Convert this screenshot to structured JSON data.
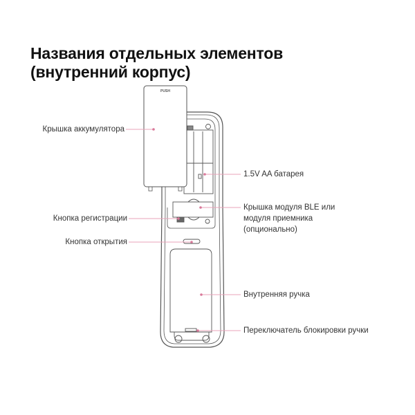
{
  "title": {
    "line1": "Названия отдельных элементов",
    "line2": "(внутренний корпус)"
  },
  "device": {
    "cover_marking": "PUSH"
  },
  "callouts": {
    "left": [
      {
        "id": "battery-cover",
        "label": "Крышка аккумулятора"
      },
      {
        "id": "registration-button",
        "label": "Кнопка регистрации"
      },
      {
        "id": "open-button",
        "label": "Кнопка открытия"
      }
    ],
    "right": [
      {
        "id": "battery",
        "label": "1.5V AA батарея"
      },
      {
        "id": "ble-module-cover",
        "label_line1": "Крышка модуля BLE или",
        "label_line2": "модуля приемника",
        "label_line3": "(опционально)"
      },
      {
        "id": "inner-handle",
        "label": "Внутренняя ручка"
      },
      {
        "id": "handle-lock-switch",
        "label": "Переключатель блокировки ручки"
      }
    ]
  },
  "colors": {
    "callout_line": "#e8a3b8",
    "callout_dot": "#d9799a",
    "outline": "#555555",
    "text": "#333333",
    "title": "#111111"
  }
}
